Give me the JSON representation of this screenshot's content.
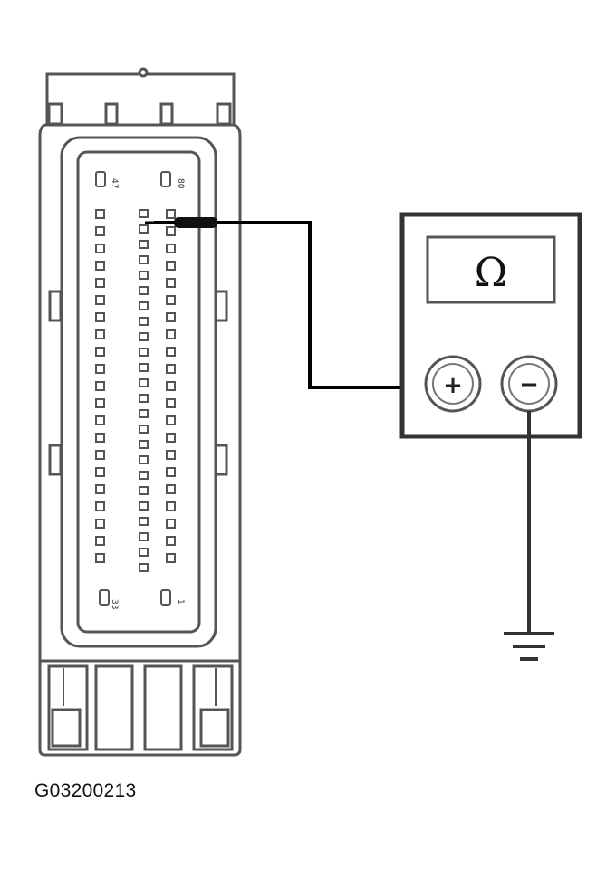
{
  "connector": {
    "pin_labels": {
      "left_top": "47",
      "left_bottom": "33",
      "right_top": "80",
      "right_bottom": "1"
    }
  },
  "meter": {
    "display_symbol": "Ω",
    "positive_terminal": "+",
    "negative_terminal": "−"
  },
  "figure_id": "G03200213",
  "colors": {
    "line": "#000000",
    "outline": "#555555",
    "background": "#ffffff"
  }
}
